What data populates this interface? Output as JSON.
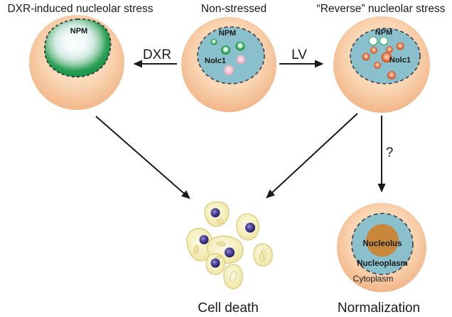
{
  "titles": {
    "left": "DXR-induced nucleolar stress",
    "center": "Non-stressed",
    "right": "“Reverse” nucleolar stress"
  },
  "arrows": {
    "dxr": "DXR",
    "lv": "LV",
    "question": "?"
  },
  "cells": {
    "dxr_stressed": {
      "npm": "NPM"
    },
    "nonstressed": {
      "npm": "NPM",
      "nolc1": "Nolc1"
    },
    "reverse": {
      "npm": "NPM",
      "nolc1": "Nolc1"
    },
    "normalized": {
      "nucleolus": "Nucleolus",
      "nucleoplasm": "Nucleoplasm",
      "cytoplasm": "Cytoplasm"
    }
  },
  "outcomes": {
    "cell_death": "Cell death",
    "normalization": "Normalization"
  },
  "colors": {
    "cell_body_peach": "#f5c9a2",
    "nucleus_teal": "#8ac0cb",
    "npm_green": "#12913f",
    "npm_text_green": "#15803c",
    "nolc1_pink_dot": "#f0a2b8",
    "nolc1_text_magenta": "#e8439a",
    "nolc1_orange_dot": "#d05a31",
    "nolc1_text_orange": "#d4502e",
    "nucleolus_brown": "#c9873c",
    "dying_cell_yellow": "#f4edba",
    "dying_nucleus_purple": "#241a68",
    "arrow_black": "#1a1a1a"
  }
}
